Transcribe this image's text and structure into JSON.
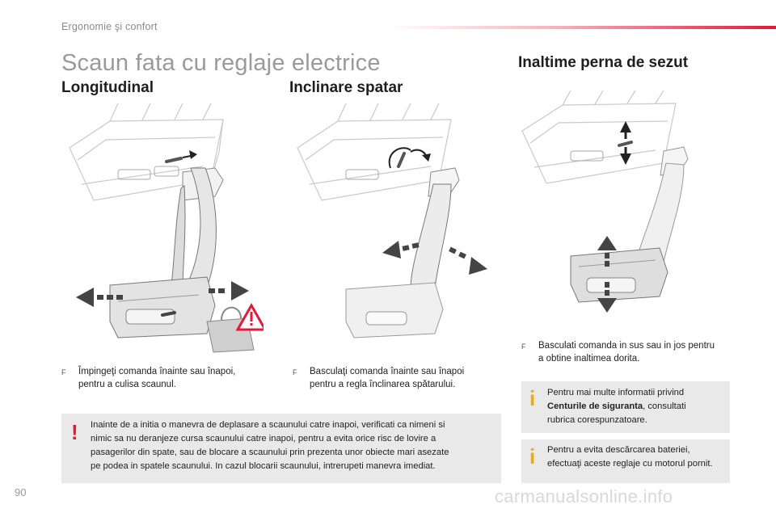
{
  "header": {
    "section": "Ergonomie şi confort",
    "accent_color": "#e31937"
  },
  "page_title": "Scaun fata cu reglaje electrice",
  "sections": {
    "longitudinal": {
      "title": "Longitudinal",
      "instruction": [
        "Împingeţi comanda înainte sau înapoi,",
        "pentru a culisa scaunul."
      ]
    },
    "backrest": {
      "title": "Inclinare spatar",
      "instruction": [
        "Basculaţi comanda înainte sau înapoi",
        "pentru a regla înclinarea spătarului."
      ]
    },
    "height": {
      "title": "Inaltime perna de sezut",
      "instruction": [
        "Basculati comanda in sus sau in jos pentru",
        "a obtine inaltimea dorita."
      ]
    }
  },
  "bullet_symbol": "F",
  "warning": {
    "icon": "exclamation-icon",
    "icon_text": "!",
    "color": "#e31937",
    "lines": [
      "Inainte de a initia o manevra de deplasare a scaunului catre inapoi, verificati ca nimeni si",
      "nimic sa nu deranjeze cursa scaunului catre inapoi, pentru a evita orice risc de lovire a",
      "pasagerilor din spate, sau de blocare a scaunului prin prezenta unor obiecte mari asezate",
      "pe podea in spatele scaunului. In cazul blocarii scaunului, intrerupeti manevra imediat."
    ]
  },
  "info_boxes": [
    {
      "icon": "info-icon",
      "icon_text": "i",
      "line1": "Pentru mai multe informatii privind",
      "bold": "Centurile de siguranta",
      "line2_rest": ", consultati",
      "line3": "rubrica corespunzatoare."
    },
    {
      "icon": "info-icon",
      "icon_text": "i",
      "lines": [
        "Pentru a evita descărcarea bateriei,",
        "efectuaţi aceste reglaje cu motorul pornit."
      ]
    }
  ],
  "info_color": "#f2a900",
  "page_number": "90",
  "watermark": "carmanualsonline.info"
}
